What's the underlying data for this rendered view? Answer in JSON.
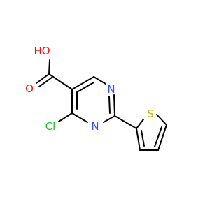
{
  "molecule": {
    "atoms": {
      "hydroxyl_o": {
        "label": "HO",
        "color": "#ff0d0d"
      },
      "carbonyl_o": {
        "label": "O",
        "color": "#ff0d0d"
      },
      "chlorine": {
        "label": "Cl",
        "color": "#1fbf1f"
      },
      "ring_n1": {
        "label": "N",
        "color": "#3050f8"
      },
      "ring_n3": {
        "label": "N",
        "color": "#3050f8"
      },
      "sulfur": {
        "label": "S",
        "color": "#c8b400"
      }
    },
    "bond_color": "#000000"
  }
}
